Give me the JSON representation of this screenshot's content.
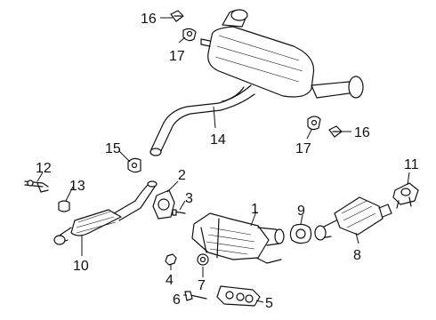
{
  "callouts": {
    "c1": "1",
    "c2": "2",
    "c3": "3",
    "c4": "4",
    "c5": "5",
    "c6": "6",
    "c7": "7",
    "c8": "8",
    "c9": "9",
    "c10": "10",
    "c11": "11",
    "c12": "12",
    "c13": "13",
    "c14": "14",
    "c15": "15",
    "c16a": "16",
    "c16b": "16",
    "c17a": "17",
    "c17b": "17"
  },
  "colors": {
    "line": "#111111",
    "background": "#ffffff"
  }
}
